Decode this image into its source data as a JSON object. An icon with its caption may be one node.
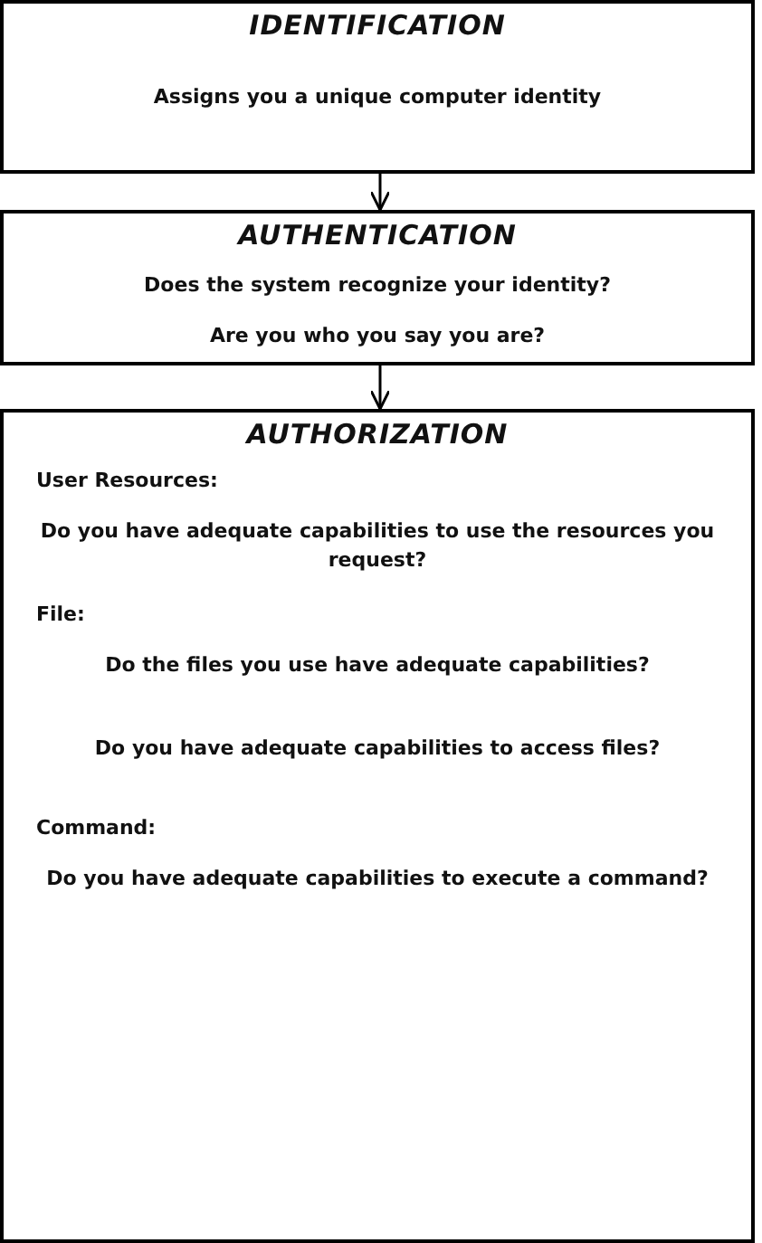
{
  "diagram": {
    "nodes": [
      {
        "text": [
          "IDENTIFICATION",
          "Assigns you a unique computer identity"
        ]
      },
      {
        "text": [
          "AUTHENTICATION",
          "Does the system recognize your identity?",
          "Are you who you say you are?"
        ]
      },
      {
        "text": [
          "AUTHORIZATION",
          "User Resources:",
          "Do you have adequate capabilities to use the resources you request?",
          "File:",
          "Do the files you use have adequate capabilities?",
          "Do you have adequate capabilities to access files?",
          "Command:",
          "Do you have adequate capabilities to execute a command?"
        ]
      }
    ],
    "edges": [
      {
        "from": 0,
        "to": 1,
        "arrow": "to"
      },
      {
        "from": 1,
        "to": 2,
        "arrow": "to"
      }
    ]
  }
}
